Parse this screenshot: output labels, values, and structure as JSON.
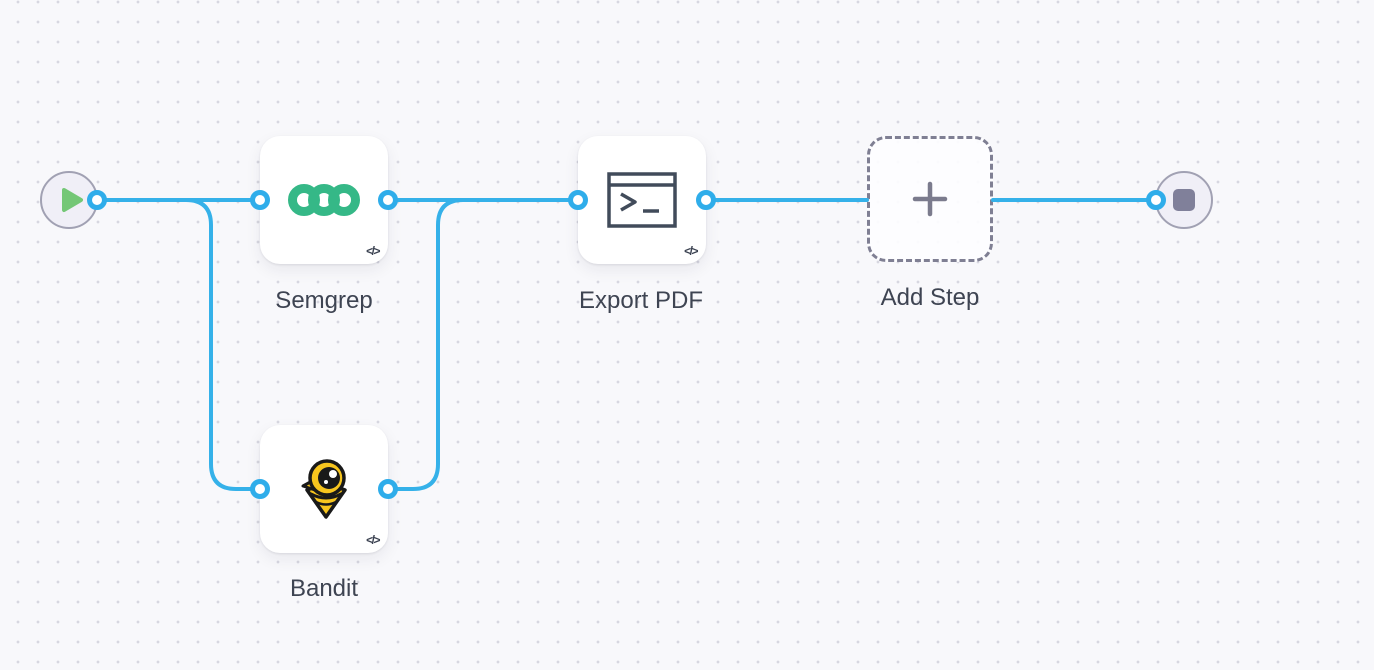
{
  "canvas": {
    "kind": "workflow-editor-canvas",
    "background_color": "#f8f8fb",
    "grid_dot_color": "#d7d7e0"
  },
  "theme": {
    "edge_color": "#35b1e9",
    "port_ring_color": "#2fadea",
    "port_fill": "#ffffff",
    "node_background": "#ffffff",
    "endpoint_fill": "#f0eff7",
    "endpoint_border": "#a1a1b3",
    "play_icon_color": "#74c776",
    "stop_icon_color": "#80809a",
    "semgrep_green": "#35b887",
    "bandit_yellow": "#f7c51e",
    "terminal_icon_color": "#414b5a",
    "label_color": "#3e4452",
    "dashed_border_color": "#7f7f93",
    "plus_icon_color": "#7b7b8d"
  },
  "nodes": [
    {
      "id": "start",
      "kind": "start",
      "icon": "play-icon",
      "label": ""
    },
    {
      "id": "semgrep",
      "kind": "step",
      "icon": "semgrep-logo-icon",
      "label": "Semgrep",
      "badge": "</>"
    },
    {
      "id": "bandit",
      "kind": "step",
      "icon": "bandit-logo-icon",
      "label": "Bandit",
      "badge": "</>"
    },
    {
      "id": "export_pdf",
      "kind": "step",
      "icon": "terminal-icon",
      "label": "Export PDF",
      "badge": "</>"
    },
    {
      "id": "add_step",
      "kind": "placeholder",
      "icon": "plus-icon",
      "label": "Add Step"
    },
    {
      "id": "end",
      "kind": "end",
      "icon": "stop-icon",
      "label": ""
    }
  ],
  "edges": [
    {
      "from": "start",
      "to": "semgrep"
    },
    {
      "from": "start",
      "to": "bandit"
    },
    {
      "from": "semgrep",
      "to": "export_pdf"
    },
    {
      "from": "bandit",
      "to": "export_pdf"
    },
    {
      "from": "export_pdf",
      "to": "add_step"
    },
    {
      "from": "add_step",
      "to": "end"
    }
  ]
}
